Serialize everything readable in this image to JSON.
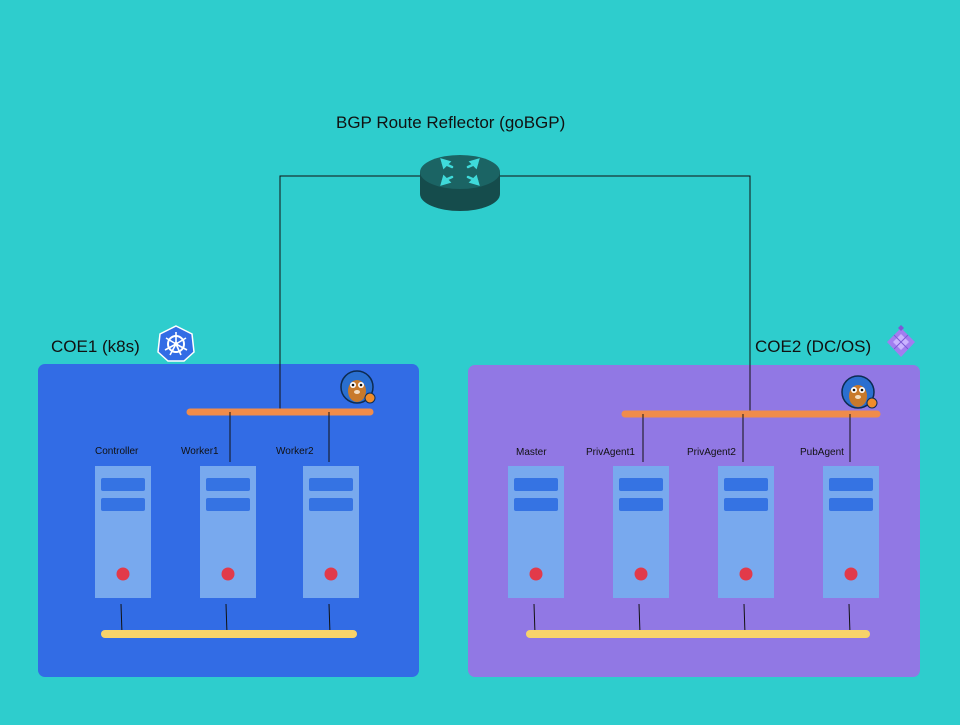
{
  "router": {
    "label": "BGP Route Reflector (goBGP)",
    "icon": "router-icon"
  },
  "clusters": [
    {
      "id": "coe1",
      "title": "COE1 (k8s)",
      "logo_icon": "kubernetes-logo-icon",
      "color": "#326ce5",
      "nodes": [
        "Controller",
        "Worker1",
        "Worker2"
      ]
    },
    {
      "id": "coe2",
      "title": "COE2 (DC/OS)",
      "logo_icon": "dcos-logo-icon",
      "color": "#9178e4",
      "nodes": [
        "Master",
        "PrivAgent1",
        "PrivAgent2",
        "PubAgent"
      ]
    }
  ],
  "colors": {
    "background": "#2ecdcd",
    "server_body": "#78a9ee",
    "server_slot": "#3573e3",
    "server_led": "#e23a4a",
    "top_bus": "#f08c4b",
    "bottom_bus": "#f8d36a",
    "router": "#1a5f5f"
  }
}
